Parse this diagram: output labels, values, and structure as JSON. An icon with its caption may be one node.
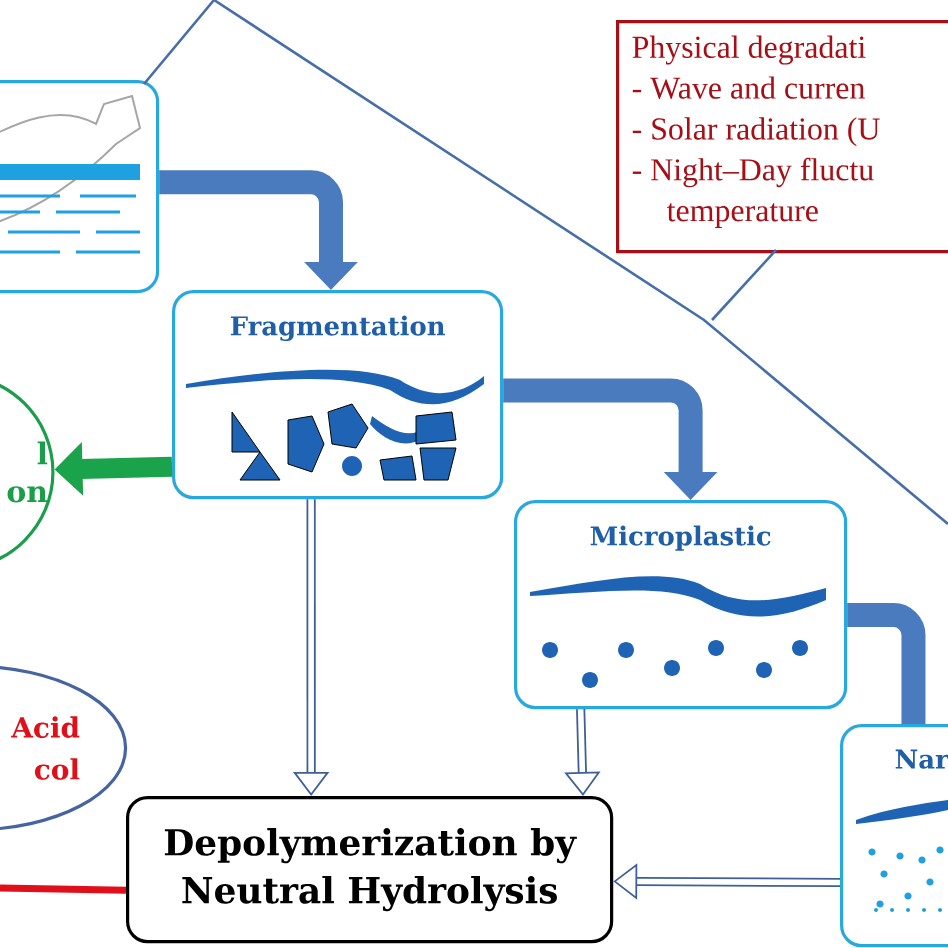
{
  "diagram": {
    "nodes": [
      {
        "text": [],
        "shape": "box"
      },
      {
        "text": [
          "Fragmentation"
        ]
      },
      {
        "text": [
          "l on"
        ]
      },
      {
        "text": [
          "Microplastic"
        ]
      },
      {
        "text": [
          "Nar"
        ]
      },
      {
        "text": [
          "Acid col"
        ]
      },
      {
        "text": [
          "Depolymerization by Neutral Hydrolysis"
        ]
      },
      {
        "text": [
          "Physical degradati",
          "- Wave and curren",
          "- Solar radiation (U",
          "- Night–Day fluctu temperature"
        ]
      }
    ],
    "edges": [
      {
        "from": 0,
        "to": 1,
        "arrow": "to",
        "style": "thick",
        "color": "#4a7bbf"
      },
      {
        "from": 1,
        "to": 3,
        "arrow": "to",
        "style": "thick",
        "color": "#4a7bbf"
      },
      {
        "from": 3,
        "to": 4,
        "arrow": "none",
        "style": "thick",
        "color": "#4a7bbf"
      },
      {
        "from": 1,
        "to": 2,
        "arrow": "to",
        "style": "thick",
        "color": "#1aa34a"
      },
      {
        "from": 1,
        "to": 6,
        "arrow": "to"
      },
      {
        "from": 3,
        "to": 6,
        "arrow": "to"
      },
      {
        "from": 4,
        "to": 6,
        "arrow": "to"
      },
      {
        "from": null,
        "to": 6,
        "arrow": "none",
        "color": "#e0101a"
      }
    ]
  }
}
